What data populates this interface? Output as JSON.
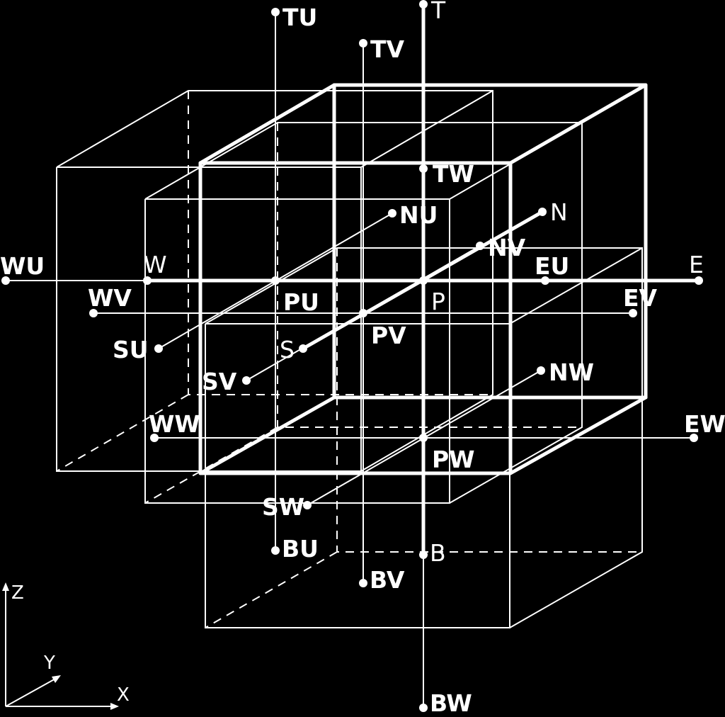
{
  "diagram": {
    "background": "#000000",
    "foreground": "#ffffff",
    "nodes": {
      "P": "P",
      "W": "W",
      "E": "E",
      "N": "N",
      "S": "S",
      "T": "T",
      "B": "B",
      "WU": "WU",
      "EU": "EU",
      "NU": "NU",
      "SU": "SU",
      "TU": "TU",
      "BU": "BU",
      "PU": "PU",
      "WV": "WV",
      "EV": "EV",
      "NV": "NV",
      "SV": "SV",
      "TV": "TV",
      "BV": "BV",
      "PV": "PV",
      "WW": "WW",
      "EW": "EW",
      "NW": "NW",
      "SW": "SW",
      "TW": "TW",
      "BW": "BW",
      "PW": "PW"
    },
    "axes": {
      "z": "Z",
      "y": "Y",
      "x": "X"
    }
  }
}
